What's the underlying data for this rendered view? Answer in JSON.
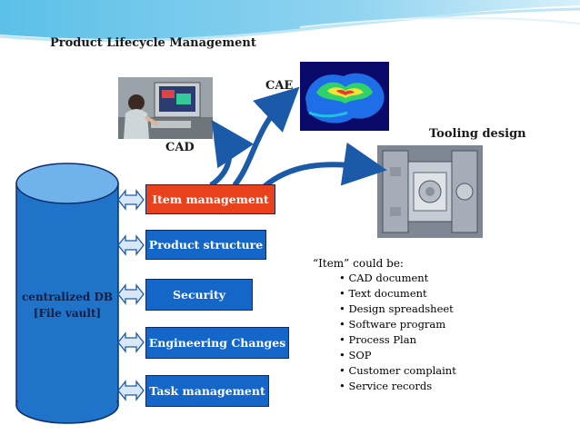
{
  "title": "Product Lifecycle Management",
  "labels": {
    "cad": "CAD",
    "cae": "CAE",
    "tooling": "Tooling design"
  },
  "database": {
    "line1": "centralized DB",
    "line2": "[File vault]"
  },
  "modules": [
    "Item management",
    "Product structure",
    "Security",
    "Engineering Changes",
    "Task management"
  ],
  "item_note": {
    "heading": "“Item” could be:",
    "items": [
      "CAD document",
      "Text document",
      "Design spreadsheet",
      "Software program",
      "Process Plan",
      "SOP",
      "Customer complaint",
      "Service records"
    ]
  },
  "colors": {
    "highlight_module": "#e8411c",
    "module": "#1466c8",
    "db_fill": "#1f73c8",
    "db_top": "#6fb3ea",
    "arrow": "#1b5aa8",
    "header_wave": "#3aa6d8"
  }
}
